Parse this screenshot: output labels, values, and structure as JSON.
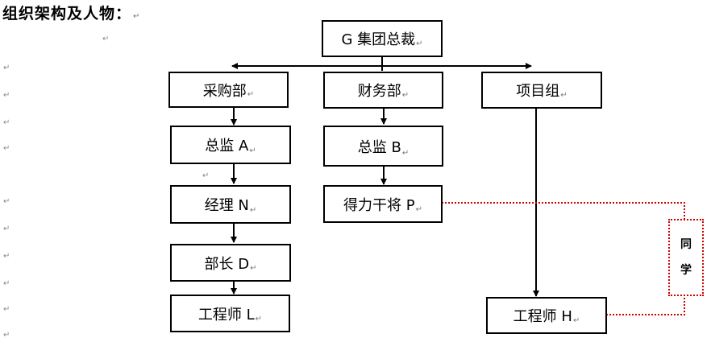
{
  "heading": "组织架构及人物：",
  "nodes": {
    "ceo": "G 集团总裁",
    "purchasing": "采购部",
    "finance": "财务部",
    "project": "项目组",
    "director_a": "总监 A",
    "director_b": "总监 B",
    "manager_n": "经理 N",
    "talent_p": "得力干将 P",
    "minister_d": "部长 D",
    "engineer_l": "工程师 L",
    "engineer_h": "工程师 H"
  },
  "relation_note": {
    "char1": "同",
    "char2": "学"
  },
  "paragraph_mark": "↵",
  "colors": {
    "line": "#000000",
    "relation": "#d00000"
  }
}
